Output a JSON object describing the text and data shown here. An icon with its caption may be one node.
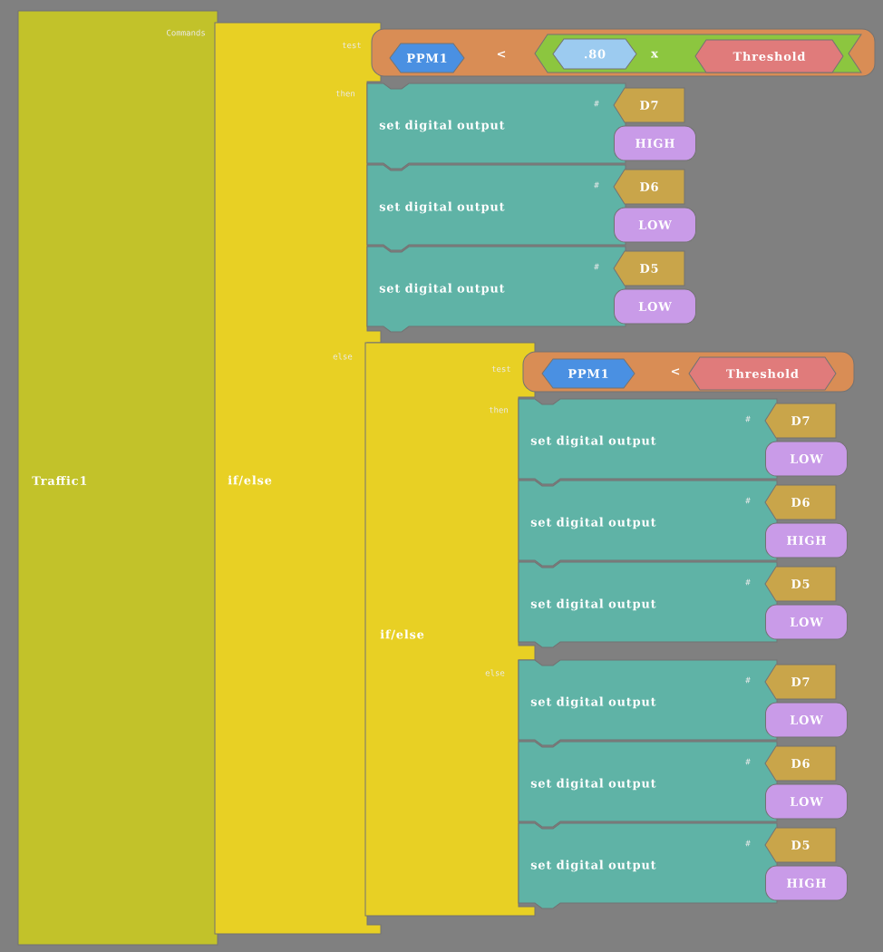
{
  "diagram": {
    "nodes": [
      {
        "text": [
          "Commands",
          "Traffic1"
        ]
      },
      {
        "text": [
          "test",
          "then",
          "else",
          "if/else"
        ]
      },
      {
        "text": [
          "<"
        ]
      },
      {
        "text": [
          "PPM1"
        ],
        "in": 2
      },
      {
        "text": [
          "x"
        ],
        "in": 2
      },
      {
        "text": [
          ".80"
        ],
        "in": 4
      },
      {
        "text": [
          "Threshold"
        ],
        "in": 4
      },
      {
        "text": [
          "set digital output",
          "#"
        ]
      },
      {
        "text": [
          "D7"
        ]
      },
      {
        "text": [
          "HIGH"
        ]
      },
      {
        "text": [
          "set digital output",
          "#"
        ]
      },
      {
        "text": [
          "D6"
        ]
      },
      {
        "text": [
          "LOW"
        ]
      },
      {
        "text": [
          "set digital output",
          "#"
        ]
      },
      {
        "text": [
          "D5"
        ]
      },
      {
        "text": [
          "LOW"
        ]
      },
      {
        "text": [
          "test",
          "then",
          "if/else",
          "else"
        ]
      },
      {
        "text": [
          "<"
        ]
      },
      {
        "text": [
          "PPM1"
        ],
        "in": 17
      },
      {
        "text": [
          "Threshold"
        ],
        "in": 17
      },
      {
        "text": [
          "set digital output",
          "#"
        ]
      },
      {
        "text": [
          "D7"
        ]
      },
      {
        "text": [
          "LOW"
        ]
      },
      {
        "text": [
          "set digital output",
          "#"
        ]
      },
      {
        "text": [
          "D6"
        ]
      },
      {
        "text": [
          "HIGH"
        ]
      },
      {
        "text": [
          "set digital output",
          "#"
        ]
      },
      {
        "text": [
          "D5"
        ]
      },
      {
        "text": [
          "LOW"
        ]
      },
      {
        "text": [
          "set digital output",
          "#"
        ]
      },
      {
        "text": [
          "D7"
        ]
      },
      {
        "text": [
          "LOW"
        ]
      },
      {
        "text": [
          "set digital output",
          "#"
        ]
      },
      {
        "text": [
          "D6"
        ]
      },
      {
        "text": [
          "LOW"
        ]
      },
      {
        "text": [
          "set digital output",
          "#"
        ]
      },
      {
        "text": [
          "D5"
        ]
      },
      {
        "text": [
          "HIGH"
        ]
      }
    ]
  }
}
